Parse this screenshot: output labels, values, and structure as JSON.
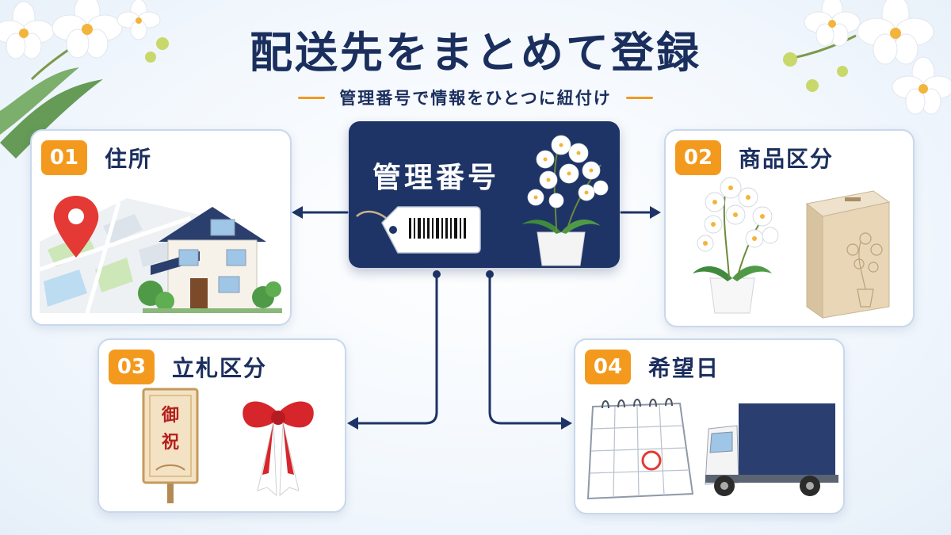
{
  "title": "配送先をまとめて登録",
  "subtitle": "管理番号で情報をひとつに紐付け",
  "center": {
    "label": "管理番号"
  },
  "items": [
    {
      "number": "01",
      "label": "住所"
    },
    {
      "number": "02",
      "label": "商品区分"
    },
    {
      "number": "03",
      "label": "立札区分"
    },
    {
      "number": "04",
      "label": "希望日"
    }
  ],
  "placard_text": [
    "御",
    "祝"
  ],
  "colors": {
    "navy": "#1e3466",
    "orange": "#f39a1e",
    "card_border": "#c9d8ec"
  }
}
